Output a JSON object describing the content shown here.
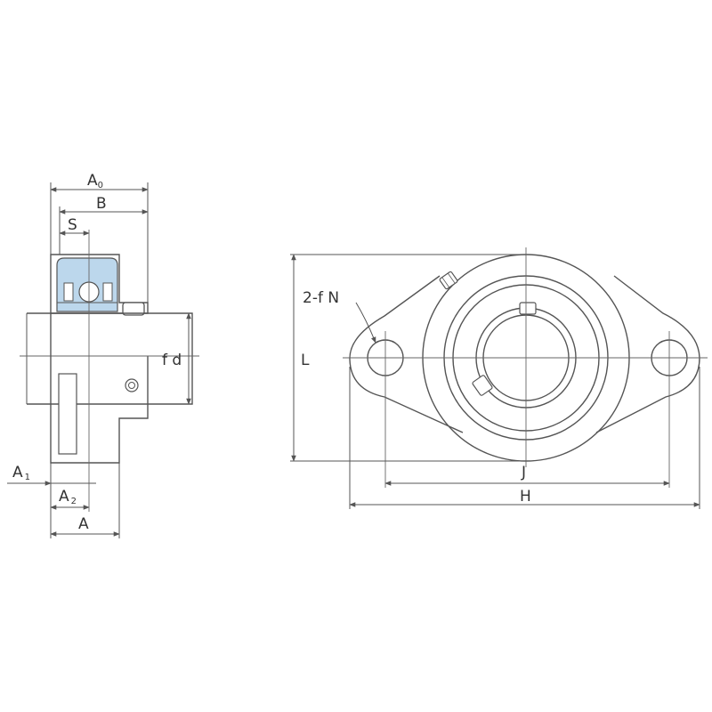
{
  "labels": {
    "a0_letter": "A",
    "a0_sub": "0",
    "b": "B",
    "s": "S",
    "fd": "f d",
    "a1_letter": "A",
    "a1_sub": "1",
    "a2_letter": "A",
    "a2_sub": "2",
    "a": "A",
    "two_f_n": "2-f N",
    "l": "L",
    "j": "J",
    "h": "H"
  },
  "colors": {
    "line": "#555555",
    "insert_fill": "#bcd7ec",
    "body_fill": "#ffffff"
  }
}
